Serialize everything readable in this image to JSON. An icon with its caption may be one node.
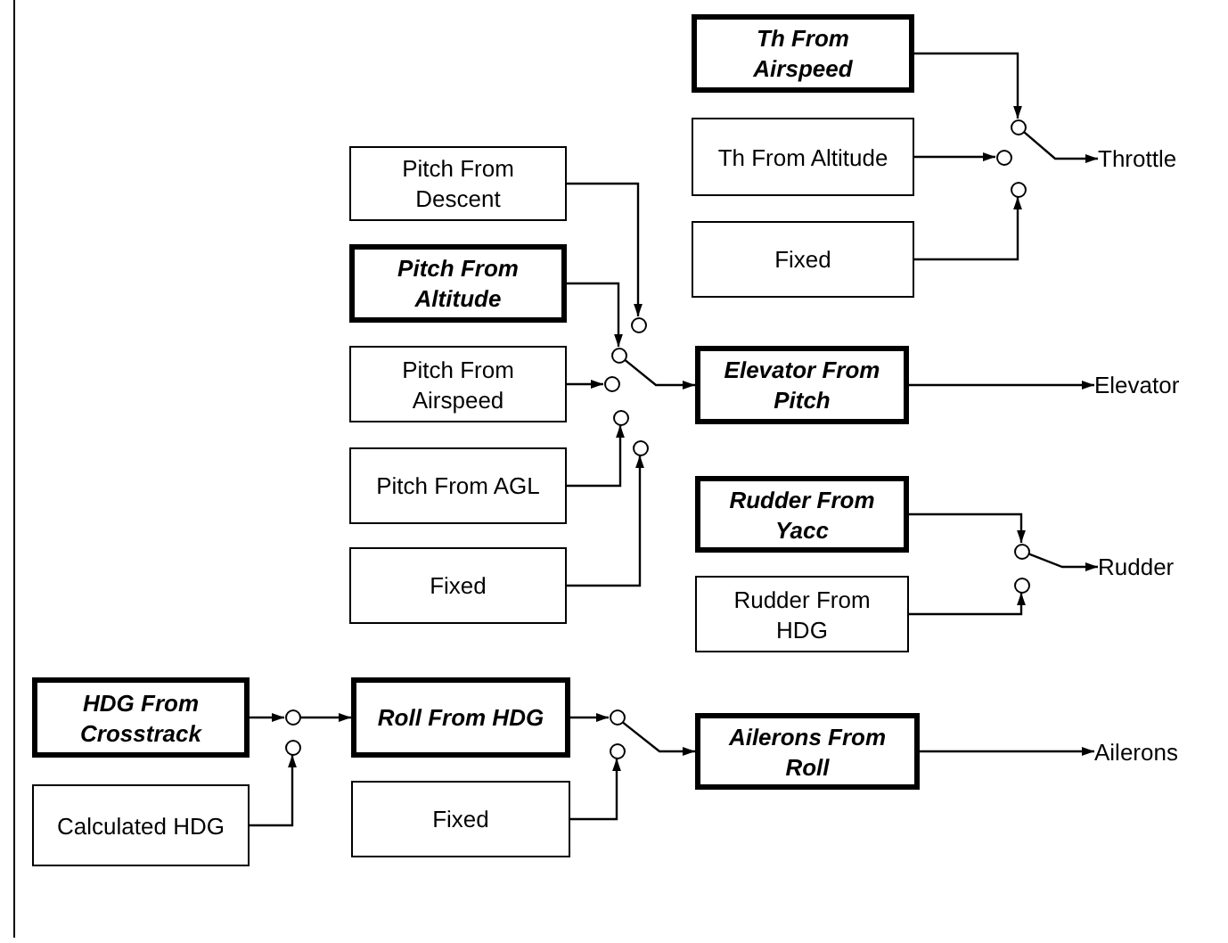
{
  "diagram": {
    "nodes": [
      {
        "text": [
          "Th From Airspeed"
        ]
      },
      {
        "text": [
          "Th From Altitude"
        ]
      },
      {
        "text": [
          "Fixed"
        ]
      },
      {
        "text": [],
        "shape": "circle"
      },
      {
        "text": [],
        "shape": "circle"
      },
      {
        "text": [],
        "shape": "circle"
      },
      {
        "text": [
          "Throttle"
        ]
      },
      {
        "text": [
          "Pitch From Descent"
        ]
      },
      {
        "text": [
          "Pitch From Altitude"
        ]
      },
      {
        "text": [
          "Pitch From Airspeed"
        ]
      },
      {
        "text": [
          "Pitch From AGL"
        ]
      },
      {
        "text": [
          "Fixed"
        ]
      },
      {
        "text": [],
        "shape": "circle"
      },
      {
        "text": [],
        "shape": "circle"
      },
      {
        "text": [],
        "shape": "circle"
      },
      {
        "text": [],
        "shape": "circle"
      },
      {
        "text": [],
        "shape": "circle"
      },
      {
        "text": [
          "Elevator From Pitch"
        ]
      },
      {
        "text": [
          "Elevator"
        ]
      },
      {
        "text": [
          "Rudder From Yacc"
        ]
      },
      {
        "text": [
          "Rudder From HDG"
        ]
      },
      {
        "text": [],
        "shape": "circle"
      },
      {
        "text": [],
        "shape": "circle"
      },
      {
        "text": [
          "Rudder"
        ]
      },
      {
        "text": [
          "HDG From Crosstrack"
        ]
      },
      {
        "text": [
          "Calculated HDG"
        ]
      },
      {
        "text": [],
        "shape": "circle"
      },
      {
        "text": [],
        "shape": "circle"
      },
      {
        "text": [
          "Roll From HDG"
        ]
      },
      {
        "text": [
          "Fixed"
        ]
      },
      {
        "text": [],
        "shape": "circle"
      },
      {
        "text": [],
        "shape": "circle"
      },
      {
        "text": [
          "Ailerons From Roll"
        ]
      },
      {
        "text": [
          "Ailerons"
        ]
      }
    ],
    "edges": [
      {
        "from": 0,
        "to": 3,
        "arrow": "to"
      },
      {
        "from": 1,
        "to": 4,
        "arrow": "to"
      },
      {
        "from": 2,
        "to": 5,
        "arrow": "to"
      },
      {
        "from": 3,
        "to": 6,
        "arrow": "to"
      },
      {
        "from": 7,
        "to": 12,
        "arrow": "to"
      },
      {
        "from": 8,
        "to": 13,
        "arrow": "to"
      },
      {
        "from": 9,
        "to": 14,
        "arrow": "to"
      },
      {
        "from": 10,
        "to": 15,
        "arrow": "to"
      },
      {
        "from": 11,
        "to": 16,
        "arrow": "to"
      },
      {
        "from": 13,
        "to": 17,
        "arrow": "to"
      },
      {
        "from": 17,
        "to": 18,
        "arrow": "to"
      },
      {
        "from": 19,
        "to": 21,
        "arrow": "to"
      },
      {
        "from": 20,
        "to": 22,
        "arrow": "to"
      },
      {
        "from": 21,
        "to": 23,
        "arrow": "to"
      },
      {
        "from": 24,
        "to": 26,
        "arrow": "to"
      },
      {
        "from": 26,
        "to": 28,
        "arrow": "to"
      },
      {
        "from": 25,
        "to": 27,
        "arrow": "to"
      },
      {
        "from": 28,
        "to": 30,
        "arrow": "to"
      },
      {
        "from": 29,
        "to": 31,
        "arrow": "to"
      },
      {
        "from": 30,
        "to": 32,
        "arrow": "to"
      },
      {
        "from": 32,
        "to": 33,
        "arrow": "to"
      }
    ]
  }
}
